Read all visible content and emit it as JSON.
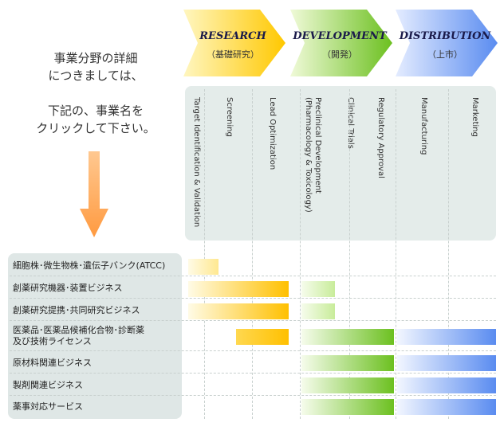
{
  "intro": {
    "line1": "事業分野の詳細",
    "line2": "につきましては、",
    "line3": "下記の、事業名を",
    "line4": "クリックして下さい。"
  },
  "phases": [
    {
      "title": "RESEARCH",
      "subtitle": "（基礎研究）",
      "color_from": "#ffd400",
      "color_to": "#fff3b0"
    },
    {
      "title": "DEVELOPMENT",
      "subtitle": "（開発）",
      "color_from": "#7ec622",
      "color_to": "#eef8cf"
    },
    {
      "title": "DISTRIBUTION",
      "subtitle": "（上市）",
      "color_from": "#5a8cf0",
      "color_to": "#dfe9ff"
    }
  ],
  "stages": [
    "Target Identification & Validation",
    "Screening",
    "Lead Optimization",
    "Preclinical Development (Pharmacology & Toxicology)",
    "Clinical Trials",
    "Regulatory Approval",
    "Manufacturing",
    "Marketing"
  ],
  "businesses": [
    {
      "label": "細胞株･微生物株･遺伝子バンク(ATCC)"
    },
    {
      "label": "創薬研究機器･装置ビジネス"
    },
    {
      "label": "創薬研究提携･共同研究ビジネス"
    },
    {
      "label": "医薬品･医薬品候補化合物･診断薬",
      "label2": "及び技術ライセンス"
    },
    {
      "label": "原材料関連ビジネス"
    },
    {
      "label": "製剤関連ビジネス"
    },
    {
      "label": "薬事対応サービス"
    }
  ],
  "colors": {
    "arrow": "#ffa050",
    "research": "#ffc000",
    "development": "#6cc020",
    "distribution": "#5a8cf0"
  }
}
